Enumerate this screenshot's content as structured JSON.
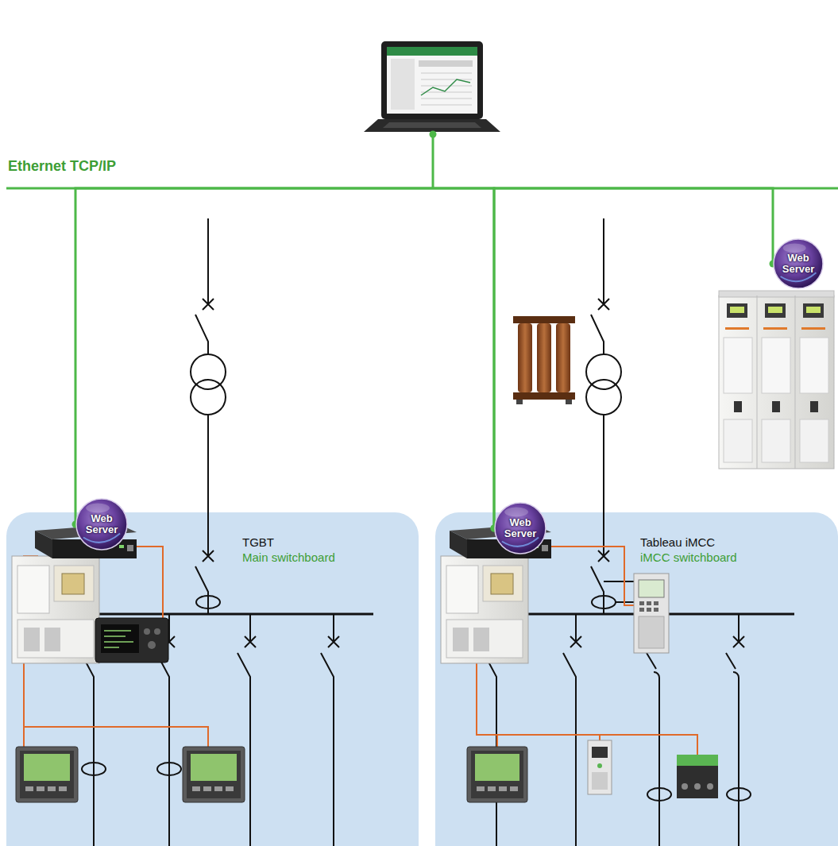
{
  "diagram": {
    "nodes": [
      {
        "text": [
          "TGBT",
          "Main switchboard"
        ]
      },
      {
        "text": [
          "Web Server"
        ],
        "in": 0
      },
      {
        "text": [
          "Tableau iMCC",
          "iMCC switchboard"
        ]
      },
      {
        "text": [
          "Web Server"
        ],
        "in": 2
      },
      {
        "text": [
          "Web Server"
        ]
      }
    ],
    "edges": [
      {
        "from": 1,
        "to": 3,
        "arrow": "none"
      },
      {
        "from": 3,
        "to": 4,
        "arrow": "none"
      }
    ],
    "labels": [
      "Ethernet TCP/IP"
    ]
  }
}
